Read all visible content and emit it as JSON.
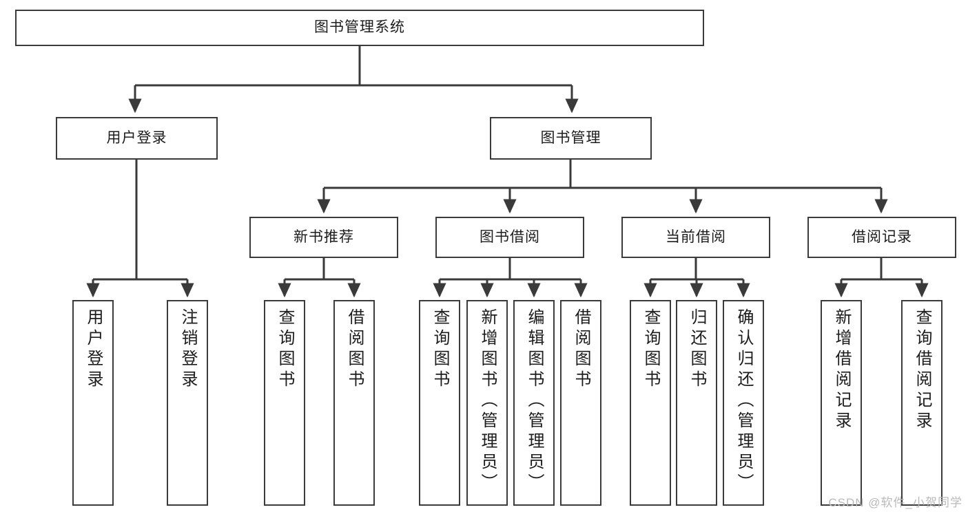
{
  "diagram": {
    "title": "图书管理系统",
    "type": "hierarchy-tree",
    "root": {
      "id": "root",
      "label": "图书管理系统"
    },
    "level2": [
      {
        "id": "user-login",
        "label": "用户登录"
      },
      {
        "id": "book-manage",
        "label": "图书管理"
      }
    ],
    "level3": [
      {
        "id": "new-book-rec",
        "label": "新书推荐"
      },
      {
        "id": "book-borrow",
        "label": "图书借阅"
      },
      {
        "id": "current-borrow",
        "label": "当前借阅"
      },
      {
        "id": "borrow-record",
        "label": "借阅记录"
      }
    ],
    "leaves": {
      "user_login": [
        {
          "id": "leaf-user-login",
          "label": "用户登录"
        },
        {
          "id": "leaf-logout",
          "label": "注销登录"
        }
      ],
      "new_book_rec": [
        {
          "id": "leaf-query-book-1",
          "label": "查询图书"
        },
        {
          "id": "leaf-borrow-book-1",
          "label": "借阅图书"
        }
      ],
      "book_borrow": [
        {
          "id": "leaf-query-book-2",
          "label": "查询图书"
        },
        {
          "id": "leaf-add-book",
          "label": "新增图书（管理员）"
        },
        {
          "id": "leaf-edit-book",
          "label": "编辑图书（管理员）"
        },
        {
          "id": "leaf-borrow-book-2",
          "label": "借阅图书"
        }
      ],
      "current_borrow": [
        {
          "id": "leaf-query-book-3",
          "label": "查询图书"
        },
        {
          "id": "leaf-return-book",
          "label": "归还图书"
        },
        {
          "id": "leaf-confirm-return",
          "label": "确认归还（管理员）"
        }
      ],
      "borrow_record": [
        {
          "id": "leaf-add-record",
          "label": "新增借阅记录"
        },
        {
          "id": "leaf-query-record",
          "label": "查询借阅记录"
        }
      ]
    }
  },
  "watermark": {
    "text": "CSDN @软件_小贺同学"
  },
  "colors": {
    "border": "#3a3a3a",
    "text": "#1c1c1c",
    "background": "#ffffff",
    "watermark": "#b9b9b9"
  }
}
